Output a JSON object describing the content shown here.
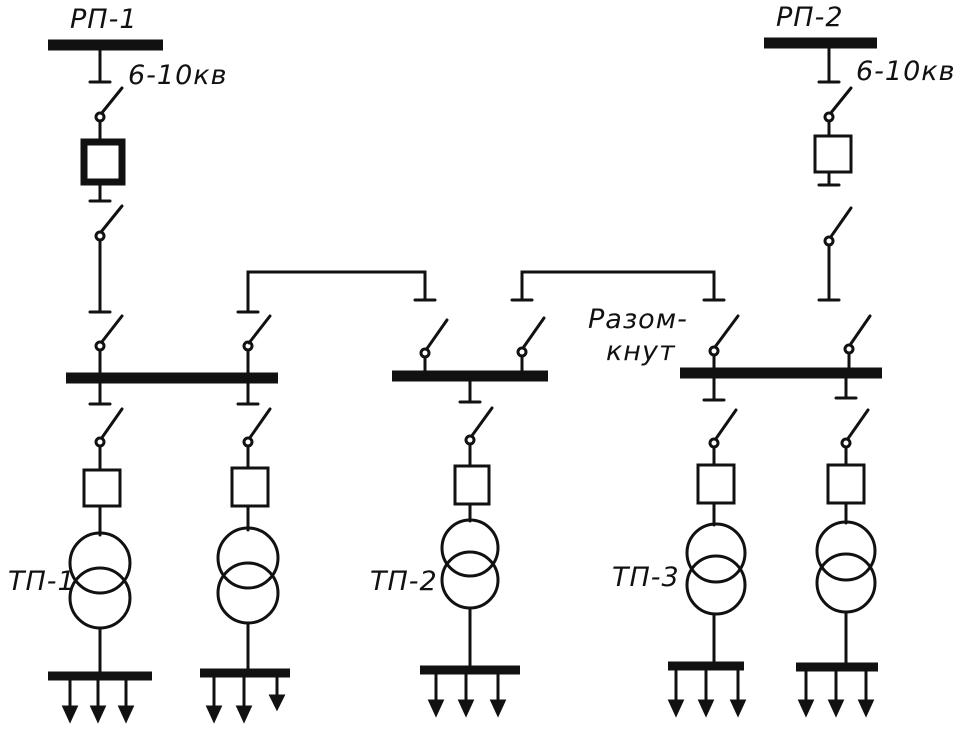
{
  "labels": {
    "rp1": "РП-1",
    "rp2": "РП-2",
    "voltage1": "6-10кв",
    "voltage2": "6-10кв",
    "razomknut_1": "Разом-",
    "razomknut_2": "кнут",
    "tp1": "ТП-1",
    "tp2": "ТП-2",
    "tp3": "ТП-3"
  },
  "colors": {
    "ink": "#111111",
    "background": "#ffffff"
  }
}
